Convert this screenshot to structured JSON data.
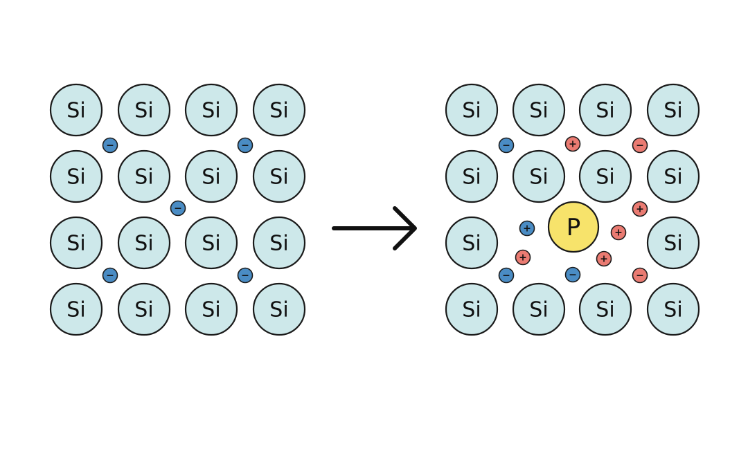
{
  "colors": {
    "silicon_fill": "#cde8ea",
    "dopant_fill": "#f7e36b",
    "electron_fill": "#4a8cc4",
    "hole_fill": "#ea7b72",
    "outline": "#1a1a1a",
    "arrow": "#111111"
  },
  "panels": [
    {
      "name": "pure-lattice",
      "rows": [
        [
          "Si",
          "Si",
          "Si",
          "Si"
        ],
        [
          "Si",
          "Si",
          "Si",
          "Si"
        ],
        [
          "Si",
          "Si",
          "Si",
          "Si"
        ],
        [
          "Si",
          "Si",
          "Si",
          "Si"
        ]
      ],
      "charges": [
        {
          "sign": "−",
          "kind": "electron"
        },
        {
          "sign": "−",
          "kind": "electron"
        },
        {
          "sign": "−",
          "kind": "electron"
        },
        {
          "sign": "−",
          "kind": "electron"
        },
        {
          "sign": "−",
          "kind": "electron"
        }
      ]
    },
    {
      "name": "doped-lattice",
      "rows": [
        [
          "Si",
          "Si",
          "Si",
          "Si"
        ],
        [
          "Si",
          "Si",
          "Si",
          "Si"
        ],
        [
          "Si",
          "P",
          "Si"
        ],
        [
          "Si",
          "Si",
          "Si",
          "Si"
        ]
      ],
      "charges": [
        {
          "sign": "−",
          "kind": "electron"
        },
        {
          "sign": "+",
          "kind": "hole"
        },
        {
          "sign": "−",
          "kind": "hole"
        },
        {
          "sign": "+",
          "kind": "hole"
        },
        {
          "sign": "+",
          "kind": "electron"
        },
        {
          "sign": "+",
          "kind": "hole"
        },
        {
          "sign": "+",
          "kind": "hole"
        },
        {
          "sign": "+",
          "kind": "hole"
        },
        {
          "sign": "−",
          "kind": "electron"
        },
        {
          "sign": "−",
          "kind": "electron"
        },
        {
          "sign": "−",
          "kind": "hole"
        }
      ]
    }
  ],
  "arrow": {
    "direction": "right"
  }
}
